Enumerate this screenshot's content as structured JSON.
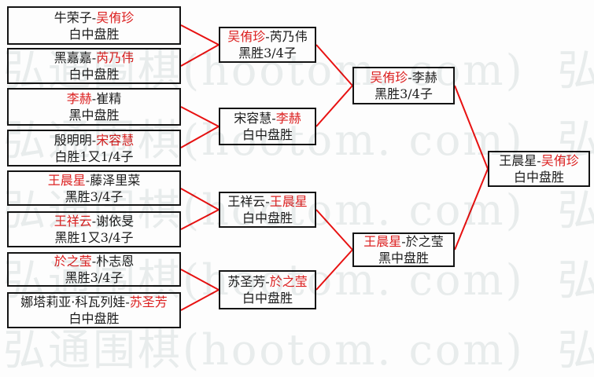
{
  "colors": {
    "line": "#e81111",
    "winner": "#dc2020",
    "border": "#141414",
    "background": "#fdfdfd",
    "watermark": "#eaeeee"
  },
  "watermark": {
    "text": "弘通围棋(hootom. com)"
  },
  "matches": [
    {
      "round": 1,
      "players": [
        {
          "name": "牛荣子",
          "highlight": false
        },
        {
          "name": "吴侑珍",
          "highlight": true
        }
      ],
      "result": "白中盘胜"
    },
    {
      "round": 1,
      "players": [
        {
          "name": "黑嘉嘉",
          "highlight": false
        },
        {
          "name": "芮乃伟",
          "highlight": true
        }
      ],
      "result": "白中盘胜"
    },
    {
      "round": 1,
      "players": [
        {
          "name": "李赫",
          "highlight": true
        },
        {
          "name": "崔精",
          "highlight": false
        }
      ],
      "result": "黑中盘胜"
    },
    {
      "round": 1,
      "players": [
        {
          "name": "殷明明",
          "highlight": false
        },
        {
          "name": "宋容慧",
          "highlight": true
        }
      ],
      "result": "白胜1又1/4子"
    },
    {
      "round": 1,
      "players": [
        {
          "name": "王晨星",
          "highlight": true
        },
        {
          "name": "藤泽里菜",
          "highlight": false
        }
      ],
      "result": "黑胜3/4子"
    },
    {
      "round": 1,
      "players": [
        {
          "name": "王祥云",
          "highlight": true
        },
        {
          "name": "谢依旻",
          "highlight": false
        }
      ],
      "result": "黑胜1又3/4子"
    },
    {
      "round": 1,
      "players": [
        {
          "name": "於之莹",
          "highlight": true
        },
        {
          "name": "朴志恩",
          "highlight": false
        }
      ],
      "result": "黑胜3/4子"
    },
    {
      "round": 1,
      "players": [
        {
          "name": "娜塔莉亚·科瓦列娃",
          "highlight": false
        },
        {
          "name": "苏圣芳",
          "highlight": true
        }
      ],
      "result": "白中盘胜"
    },
    {
      "round": 2,
      "players": [
        {
          "name": "吴侑珍",
          "highlight": true
        },
        {
          "name": "芮乃伟",
          "highlight": false
        }
      ],
      "result": "黑胜3/4子"
    },
    {
      "round": 2,
      "players": [
        {
          "name": "宋容慧",
          "highlight": false
        },
        {
          "name": "李赫",
          "highlight": true
        }
      ],
      "result": "白中盘胜"
    },
    {
      "round": 2,
      "players": [
        {
          "name": "王祥云",
          "highlight": false
        },
        {
          "name": "王晨星",
          "highlight": true
        }
      ],
      "result": "白中盘胜"
    },
    {
      "round": 2,
      "players": [
        {
          "name": "苏圣芳",
          "highlight": false
        },
        {
          "name": "於之莹",
          "highlight": true
        }
      ],
      "result": "白中盘胜"
    },
    {
      "round": 3,
      "players": [
        {
          "name": "吴侑珍",
          "highlight": true
        },
        {
          "name": "李赫",
          "highlight": false
        }
      ],
      "result": "黑胜3/4子"
    },
    {
      "round": 3,
      "players": [
        {
          "name": "王晨星",
          "highlight": true
        },
        {
          "name": "於之莹",
          "highlight": false
        }
      ],
      "result": "黑中盘胜"
    },
    {
      "round": 4,
      "players": [
        {
          "name": "王晨星",
          "highlight": false
        },
        {
          "name": "吴侑珍",
          "highlight": true
        }
      ],
      "result": "白中盘胜"
    }
  ]
}
